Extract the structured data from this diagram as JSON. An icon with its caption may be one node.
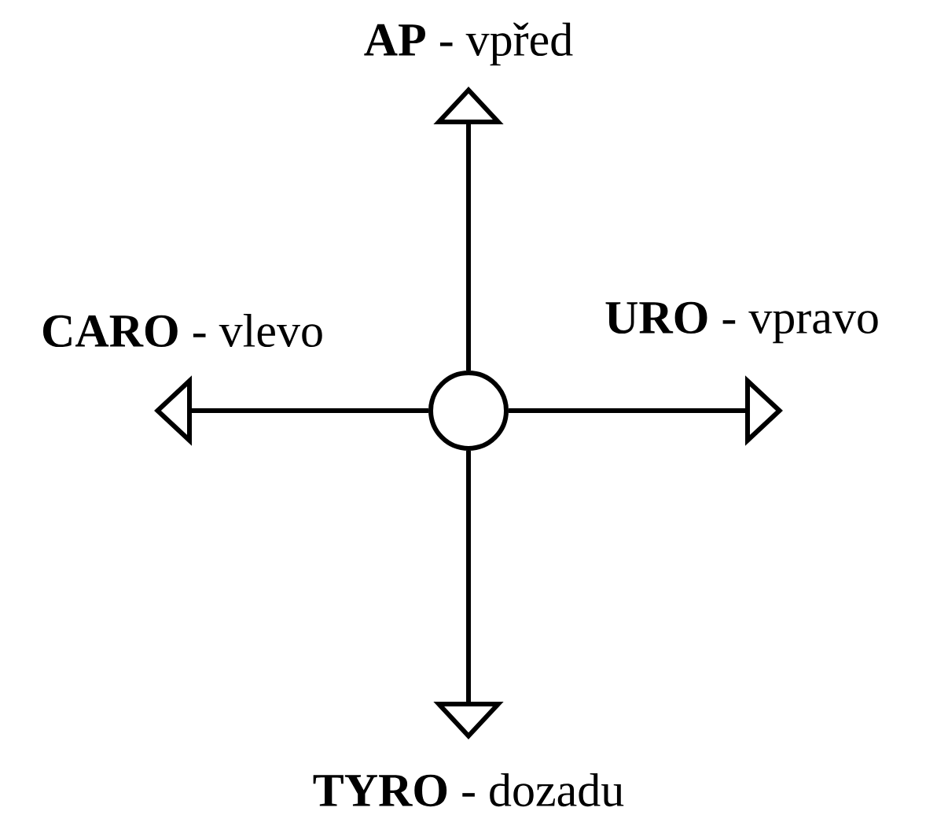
{
  "diagram": {
    "nodes": [
      {
        "text": [],
        "shape": "circle"
      },
      {
        "text": [
          "**AP** - vpřed"
        ]
      },
      {
        "text": [
          "**CARO** - vlevo"
        ]
      },
      {
        "text": [
          "**URO** - vpravo"
        ]
      },
      {
        "text": [
          "**TYRO** - dozadu"
        ]
      }
    ],
    "edges": [
      {
        "from": 0,
        "to": 1,
        "arrow": "to"
      },
      {
        "from": 0,
        "to": 2,
        "arrow": "to"
      },
      {
        "from": 0,
        "to": 3,
        "arrow": "to"
      },
      {
        "from": 0,
        "to": 4,
        "arrow": "to"
      }
    ]
  }
}
